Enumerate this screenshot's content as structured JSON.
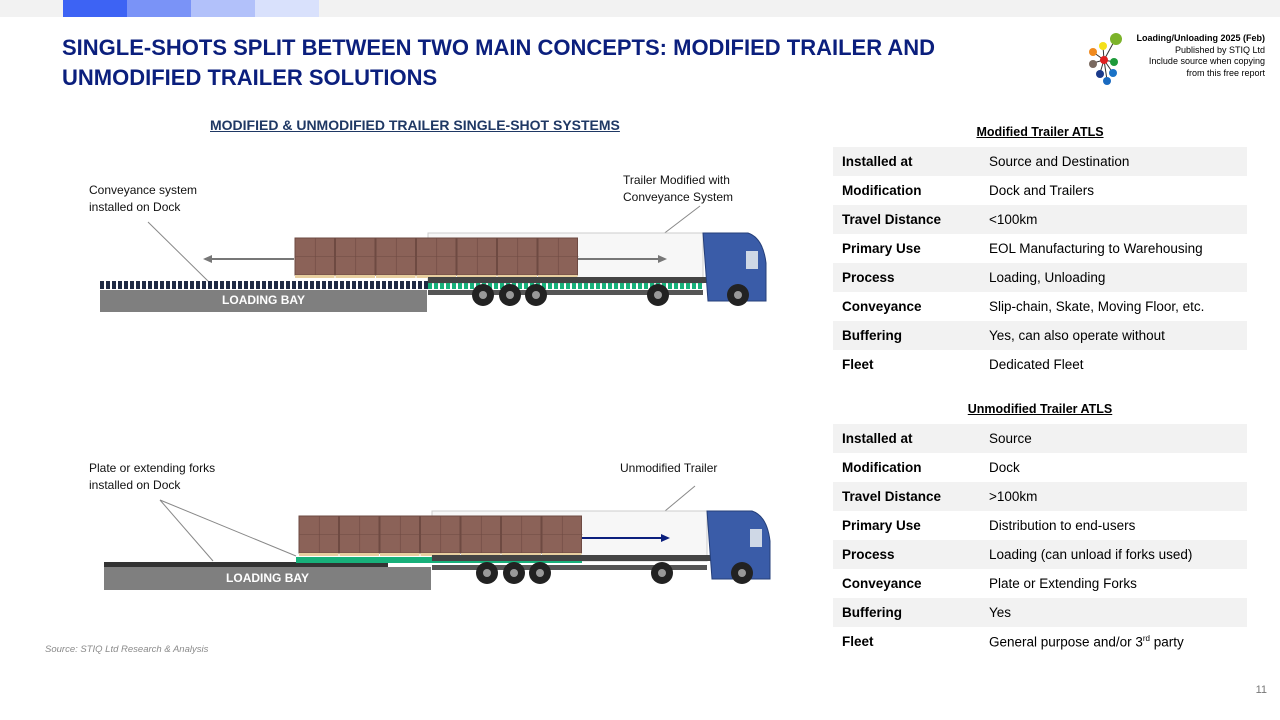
{
  "header": {
    "title": "SINGLE-SHOTS SPLIT BETWEEN TWO MAIN CONCEPTS: MODIFIED TRAILER AND UNMODIFIED TRAILER SOLUTIONS",
    "bar_colors": [
      "#3d63f4",
      "#7a93f7",
      "#b2c1fa",
      "#d9e1fc"
    ]
  },
  "publisher": {
    "line1": "Loading/Unloading 2025 (Feb)",
    "line2": "Published by STIQ Ltd",
    "line3": "Include source when copying",
    "line4": "from this free report"
  },
  "figure": {
    "title": "MODIFIED & UNMODIFIED TRAILER SINGLE-SHOT SYSTEMS",
    "top": {
      "left_note_1": "Conveyance system",
      "left_note_2": "installed on Dock",
      "right_note_1": "Trailer Modified with",
      "right_note_2": "Conveyance System",
      "bay_label": "LOADING BAY"
    },
    "bottom": {
      "left_note_1": "Plate or extending forks",
      "left_note_2": "installed on Dock",
      "right_note": "Unmodified Trailer",
      "bay_label": "LOADING BAY"
    }
  },
  "tables": [
    {
      "title": "Modified Trailer ATLS",
      "rows": [
        {
          "k": "Installed at",
          "v": "Source and Destination"
        },
        {
          "k": "Modification",
          "v": "Dock and Trailers"
        },
        {
          "k": "Travel Distance",
          "v": "<100km"
        },
        {
          "k": "Primary Use",
          "v": "EOL Manufacturing to Warehousing"
        },
        {
          "k": "Process",
          "v": "Loading, Unloading"
        },
        {
          "k": "Conveyance",
          "v": "Slip-chain, Skate, Moving Floor, etc."
        },
        {
          "k": "Buffering",
          "v": "Yes, can also operate without"
        },
        {
          "k": "Fleet",
          "v": "Dedicated Fleet"
        }
      ]
    },
    {
      "title": "Unmodified Trailer ATLS",
      "rows": [
        {
          "k": "Installed at",
          "v": "Source"
        },
        {
          "k": "Modification",
          "v": "Dock"
        },
        {
          "k": "Travel Distance",
          "v": ">100km"
        },
        {
          "k": "Primary Use",
          "v": "Distribution to end-users"
        },
        {
          "k": "Process",
          "v": "Loading (can unload if forks used)"
        },
        {
          "k": "Conveyance",
          "v": "Plate or Extending Forks"
        },
        {
          "k": "Buffering",
          "v": "Yes"
        },
        {
          "k": "Fleet",
          "v": "General purpose and/or 3",
          "sup": "rd",
          "tail": " party"
        }
      ]
    }
  ],
  "footer": {
    "source": "Source: STIQ Ltd Research & Analysis",
    "page": "11"
  }
}
